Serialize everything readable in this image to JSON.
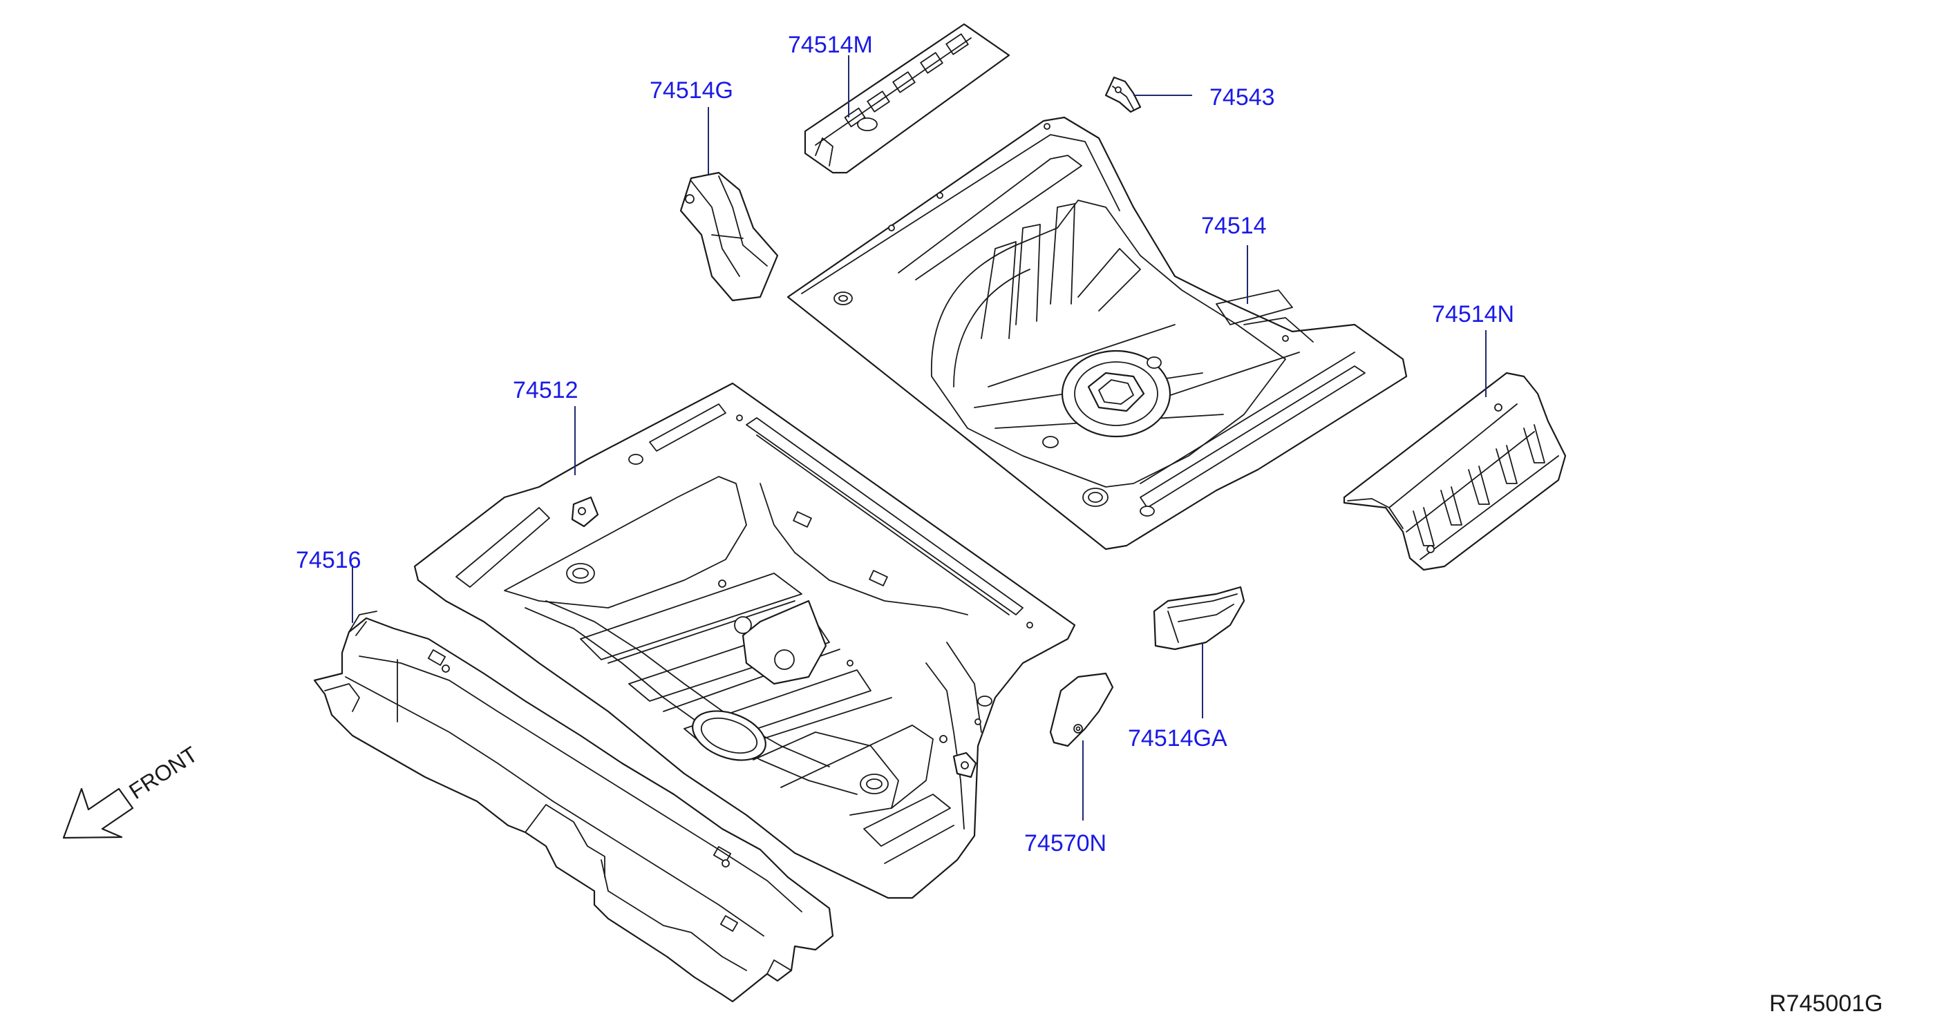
{
  "colors": {
    "callout_text": "#1a1ae6",
    "leader_line": "#1e2a6e",
    "line_art": "#1a1a1a",
    "background": "#ffffff"
  },
  "callouts": [
    {
      "id": "74514M",
      "label": "74514M"
    },
    {
      "id": "74514G",
      "label": "74514G"
    },
    {
      "id": "74543",
      "label": "74543"
    },
    {
      "id": "74514",
      "label": "74514"
    },
    {
      "id": "74514N",
      "label": "74514N"
    },
    {
      "id": "74512",
      "label": "74512"
    },
    {
      "id": "74516",
      "label": "74516"
    },
    {
      "id": "74514GA",
      "label": "74514GA"
    },
    {
      "id": "74570N",
      "label": "74570N"
    }
  ],
  "front_indicator": {
    "label": "FRONT",
    "icon": "arrow-down-left-icon"
  },
  "reference_code": "R745001G"
}
